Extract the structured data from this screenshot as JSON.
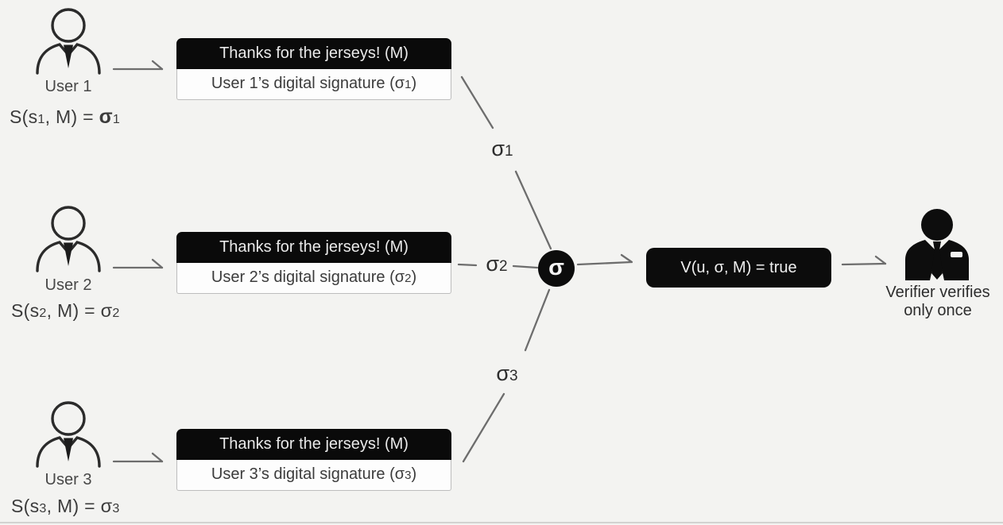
{
  "colors": {
    "background": "#f3f3f1",
    "box_black": "#0a0a0a",
    "line_gray": "#6d6d6d",
    "body_text": "#3b3b3b",
    "header_text": "#e9e9e9"
  },
  "message_header": "Thanks for the jerseys! (M)",
  "rows": [
    {
      "user": "User 1",
      "formula": {
        "pre": "S(s",
        "key_sub": "1",
        "mid": ", M) = ",
        "sigma": "σ",
        "sigma_sub": "1"
      },
      "signature": {
        "pre": "User 1’s digital signature (σ",
        "sub": "1",
        "post": ")"
      },
      "line_label": {
        "sigma": "σ",
        "sub": "1"
      }
    },
    {
      "user": "User 2",
      "formula": {
        "pre": "S(s",
        "key_sub": "2",
        "mid": ", M) = ",
        "sigma": "σ",
        "sigma_sub": "2"
      },
      "signature": {
        "pre": "User 2’s digital signature (σ",
        "sub": "2",
        "post": ")"
      },
      "line_label": {
        "sigma": "σ",
        "sub": "2"
      }
    },
    {
      "user": "User 3",
      "formula": {
        "pre": "S(s",
        "key_sub": "3",
        "mid": ", M) = ",
        "sigma": "σ",
        "sigma_sub": "3"
      },
      "signature": {
        "pre": "User 3’s digital signature (σ",
        "sub": "3",
        "post": ")"
      },
      "line_label": {
        "sigma": "σ",
        "sub": "3"
      }
    }
  ],
  "aggregator": {
    "symbol": "σ"
  },
  "verify_box": {
    "label": "V(u, σ, M) = true"
  },
  "verifier": {
    "caption_line1": "Verifier verifies",
    "caption_line2": "only once"
  }
}
